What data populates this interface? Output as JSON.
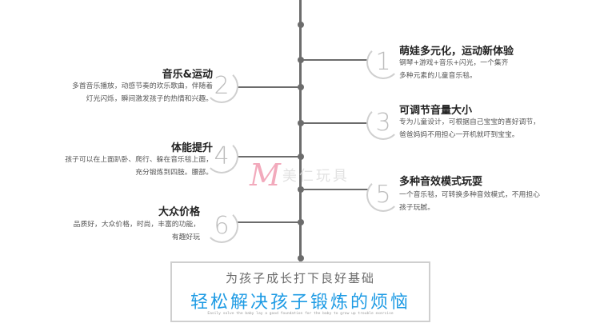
{
  "features": [
    {
      "number": "1",
      "title": "萌娃多元化，运动新体验",
      "desc_lines": [
        "钢琴+游戏+音乐+闪光，一个集齐",
        "多种元素的儿童音乐毯。"
      ]
    },
    {
      "number": "2",
      "title": "音乐&运动",
      "desc_lines": [
        "多首音乐播放，动感节奏的欢乐歌曲，伴随着",
        "灯光闪烁，瞬间激发孩子的热情和兴趣。"
      ]
    },
    {
      "number": "3",
      "title": "可调节音量大小",
      "desc_lines": [
        "专为儿童设计，可根据自己宝宝的喜好调节，",
        "爸爸妈妈不用担心一开机就吓到宝宝。"
      ]
    },
    {
      "number": "4",
      "title": "体能提升",
      "desc_lines": [
        "孩子可以在上面趴卧、爬行、躲在音乐毯上面，",
        "充分锻炼到四肢。腰部。"
      ]
    },
    {
      "number": "5",
      "title": "多种音效模式玩耍",
      "desc_lines": [
        "一个音乐毯，可转换多种音效模式，不用担心",
        "孩子玩腻。"
      ]
    },
    {
      "number": "6",
      "title": "大众价格",
      "desc_lines": [
        "品质好，大众价格，时尚，丰富的功能，",
        "有趣好玩"
      ]
    }
  ],
  "watermark": {
    "logo_letter": "M",
    "text": "美仁玩具"
  },
  "footer": {
    "line1": "为孩子成长打下良好基础",
    "line2": "轻松解决孩子锻炼的烦恼",
    "line3": "Easily solve the baby lay a good foundation for the baby to grow up trouble exercise"
  },
  "colors": {
    "accent": "#1e9be4",
    "line": "#6c6c6c",
    "circle_border": "#cfcfcf"
  }
}
